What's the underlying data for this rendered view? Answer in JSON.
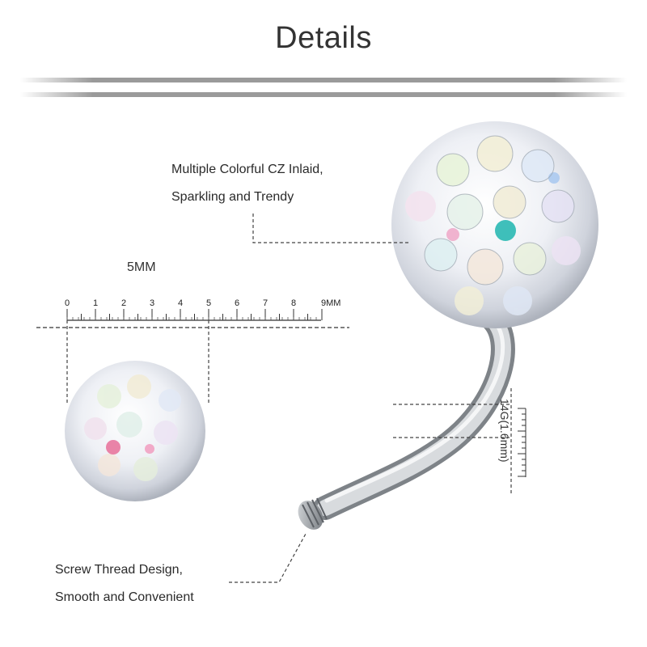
{
  "title": "Details",
  "callouts": {
    "crystals": {
      "line1": "Multiple Colorful CZ Inlaid,",
      "line2": "Sparkling and Trendy"
    },
    "thread": {
      "line1": "Screw Thread Design,",
      "line2": "Smooth and Convenient"
    }
  },
  "ball_size": "5MM",
  "ruler": {
    "numbers": [
      "0",
      "1",
      "2",
      "3",
      "4",
      "5",
      "6",
      "7",
      "8"
    ],
    "end_label": "9MM"
  },
  "gauge": "14G(1.6mm)",
  "colors": {
    "accent_bar": "#9a9a9a",
    "metal": "#b8bcc0"
  }
}
